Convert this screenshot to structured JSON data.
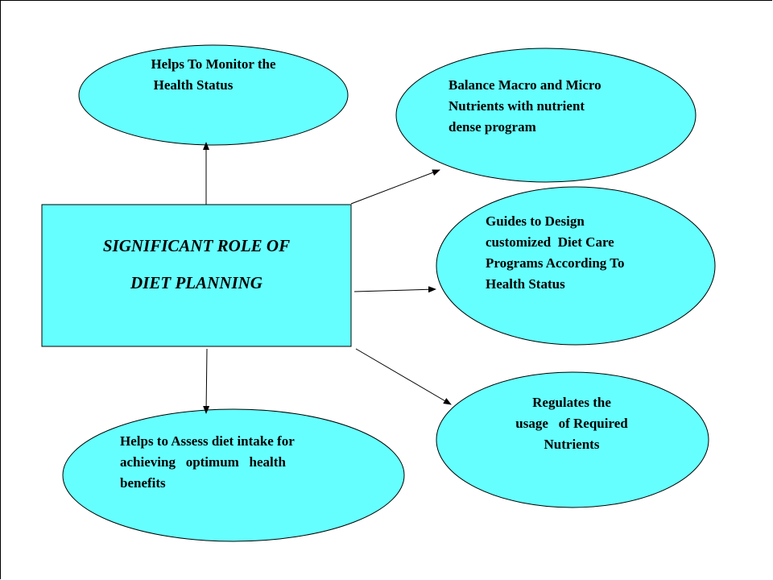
{
  "colors": {
    "fill": "#66FFFF",
    "stroke": "#000000"
  },
  "center": {
    "lines": [
      "SIGNIFICANT ROLE OF",
      "DIET PLANNING"
    ]
  },
  "nodes": {
    "monitor": [
      "Helps To Monitor the",
      "Health Status"
    ],
    "balance": [
      "Balance Macro and Micro",
      "Nutrients with nutrient",
      "dense program"
    ],
    "guides": [
      "Guides to Design",
      "customized  Diet Care",
      "Programs According To",
      "Health Status"
    ],
    "regulates": [
      "Regulates the",
      "usage   of Required",
      "Nutrients"
    ],
    "assess": [
      "Helps to Assess diet intake for",
      "achieving   optimum   health",
      "benefits"
    ]
  }
}
